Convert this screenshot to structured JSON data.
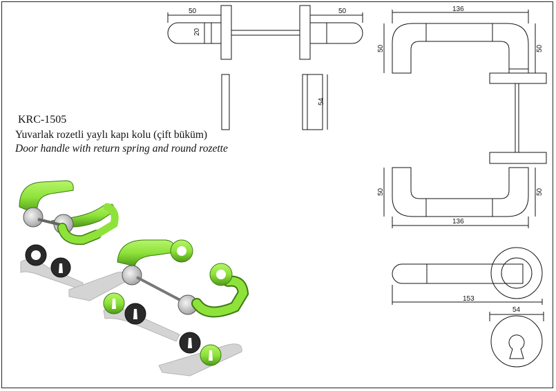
{
  "product": {
    "code": "KRC-1505",
    "title_tr": "Yuvarlak rozetli yaylı kapı kolu (çift büküm)",
    "title_en": "Door handle with return spring and round rozette"
  },
  "dimensions": {
    "top_left_length": "50",
    "top_left_height": "20",
    "top_right_length": "50",
    "rozette_side": "54",
    "handle_width_top": "136",
    "handle_height_top_left": "50",
    "handle_height_top_right": "50",
    "handle_width_bottom": "136",
    "handle_height_bottom_left": "50",
    "handle_height_bottom_right": "50",
    "side_length": "153",
    "rozette_diameter": "54"
  },
  "colors": {
    "handle_green": "#8ee23a",
    "handle_green_dark": "#5aa61e",
    "line": "#111111",
    "shadow": "#cfcfcf",
    "rozette_dark": "#2a2a2a",
    "metal": "#c8c8c8"
  }
}
